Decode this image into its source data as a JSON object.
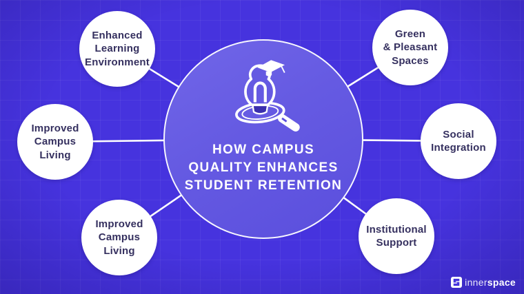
{
  "diagram": {
    "type": "mind-map-infographic",
    "title": {
      "lines": [
        "HOW CAMPUS",
        "QUALITY ENHANCES",
        "STUDENT RETENTION"
      ]
    },
    "center": {
      "icon": "lightbulb-graduation-magnifier-icon"
    },
    "nodes": [
      {
        "id": "enhanced-learning-environment",
        "label": "Enhanced\nLearning\nEnvironment",
        "position": "top-left"
      },
      {
        "id": "green-pleasant-spaces",
        "label": "Green\n& Pleasant\nSpaces",
        "position": "top-right"
      },
      {
        "id": "improved-campus-living-left",
        "label": "Improved\nCampus\nLiving",
        "position": "middle-left"
      },
      {
        "id": "social-integration",
        "label": "Social\nIntegration",
        "position": "middle-right"
      },
      {
        "id": "improved-campus-living-bottom",
        "label": "Improved\nCampus\nLiving",
        "position": "bottom-left"
      },
      {
        "id": "institutional-support",
        "label": "Institutional\nSupport",
        "position": "bottom-right"
      }
    ],
    "branding": {
      "logo_inner": "inner",
      "logo_space": "space"
    },
    "colors": {
      "background": "#4633de",
      "center_circle_fill": "#655ae2",
      "center_circle_border": "#ffffff",
      "node_fill": "#ffffff",
      "node_text": "#35305f",
      "connector": "#ffffff",
      "title_text": "#ffffff"
    }
  }
}
